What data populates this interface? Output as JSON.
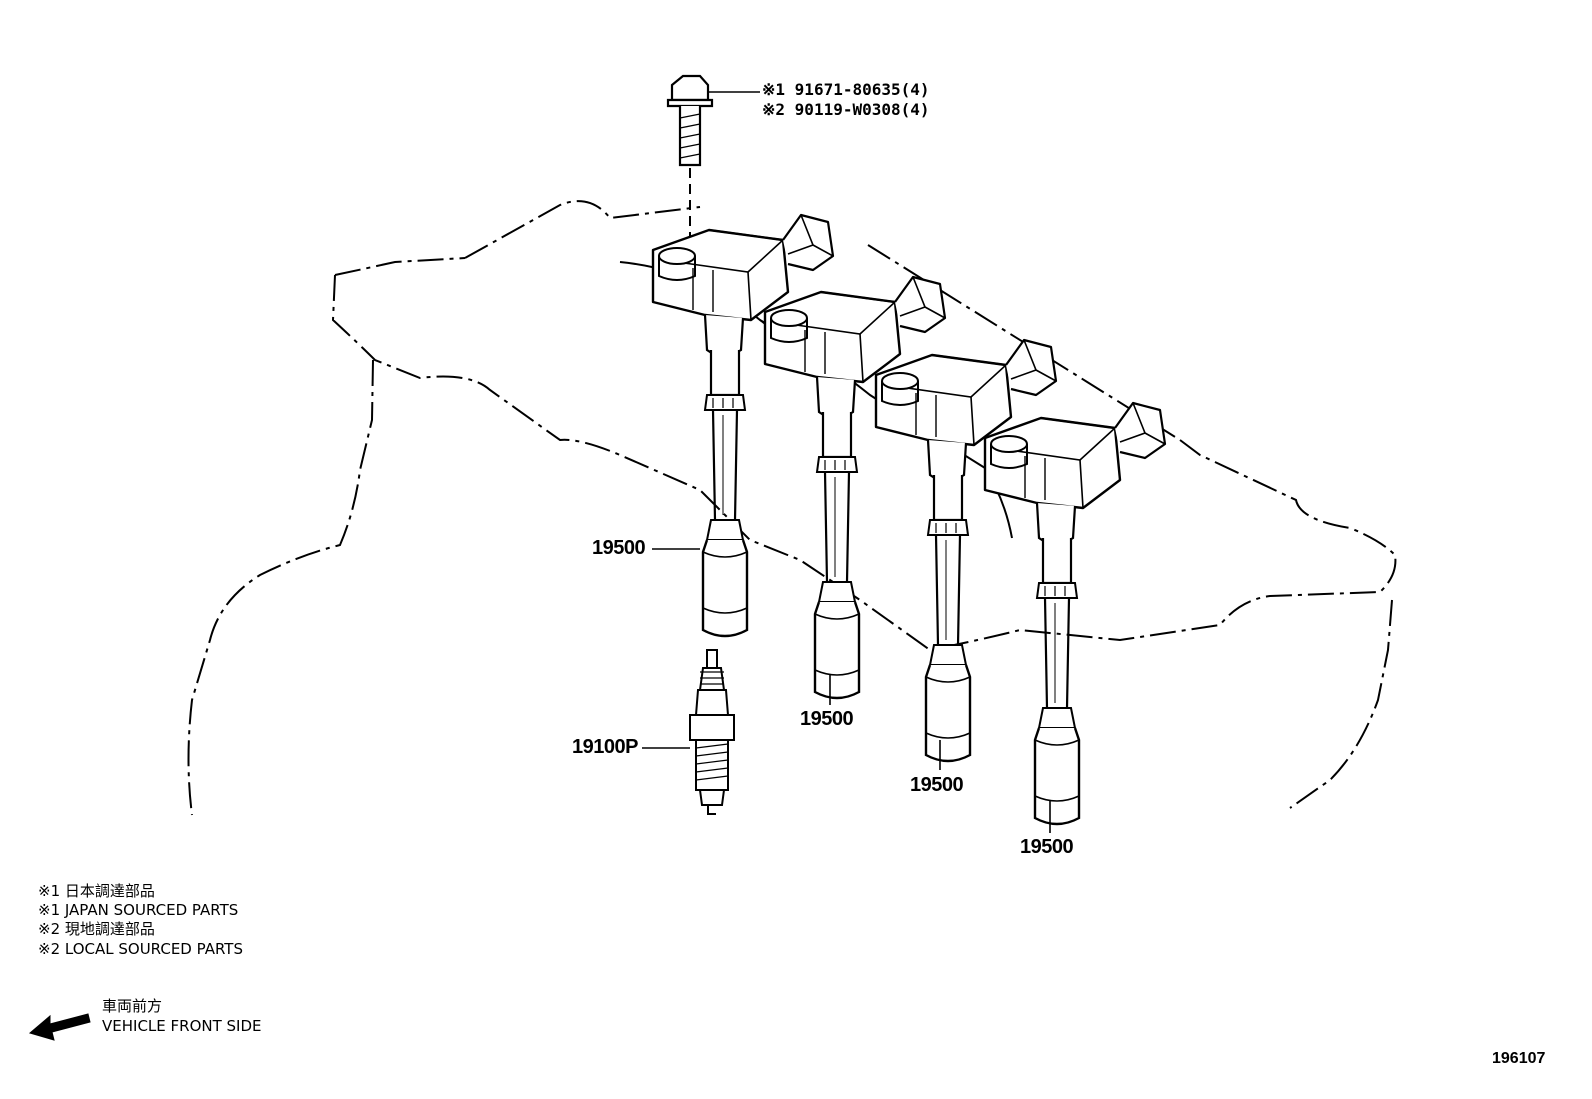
{
  "callouts": {
    "bolt_ref1": "※1 91671-80635(4)",
    "bolt_ref2": "※2 90119-W0308(4)",
    "coil_1": "19500",
    "coil_2": "19500",
    "coil_3": "19500",
    "coil_4": "19500",
    "spark_plug": "19100P"
  },
  "notes": {
    "line1": "※1  日本調達部品",
    "line2": "※1  JAPAN SOURCED PARTS",
    "line3": "※2  現地調達部品",
    "line4": "※2  LOCAL SOURCED PARTS"
  },
  "direction": {
    "label_jp": "車両前方",
    "label_en": "VEHICLE FRONT SIDE"
  },
  "figure_number": "196107"
}
